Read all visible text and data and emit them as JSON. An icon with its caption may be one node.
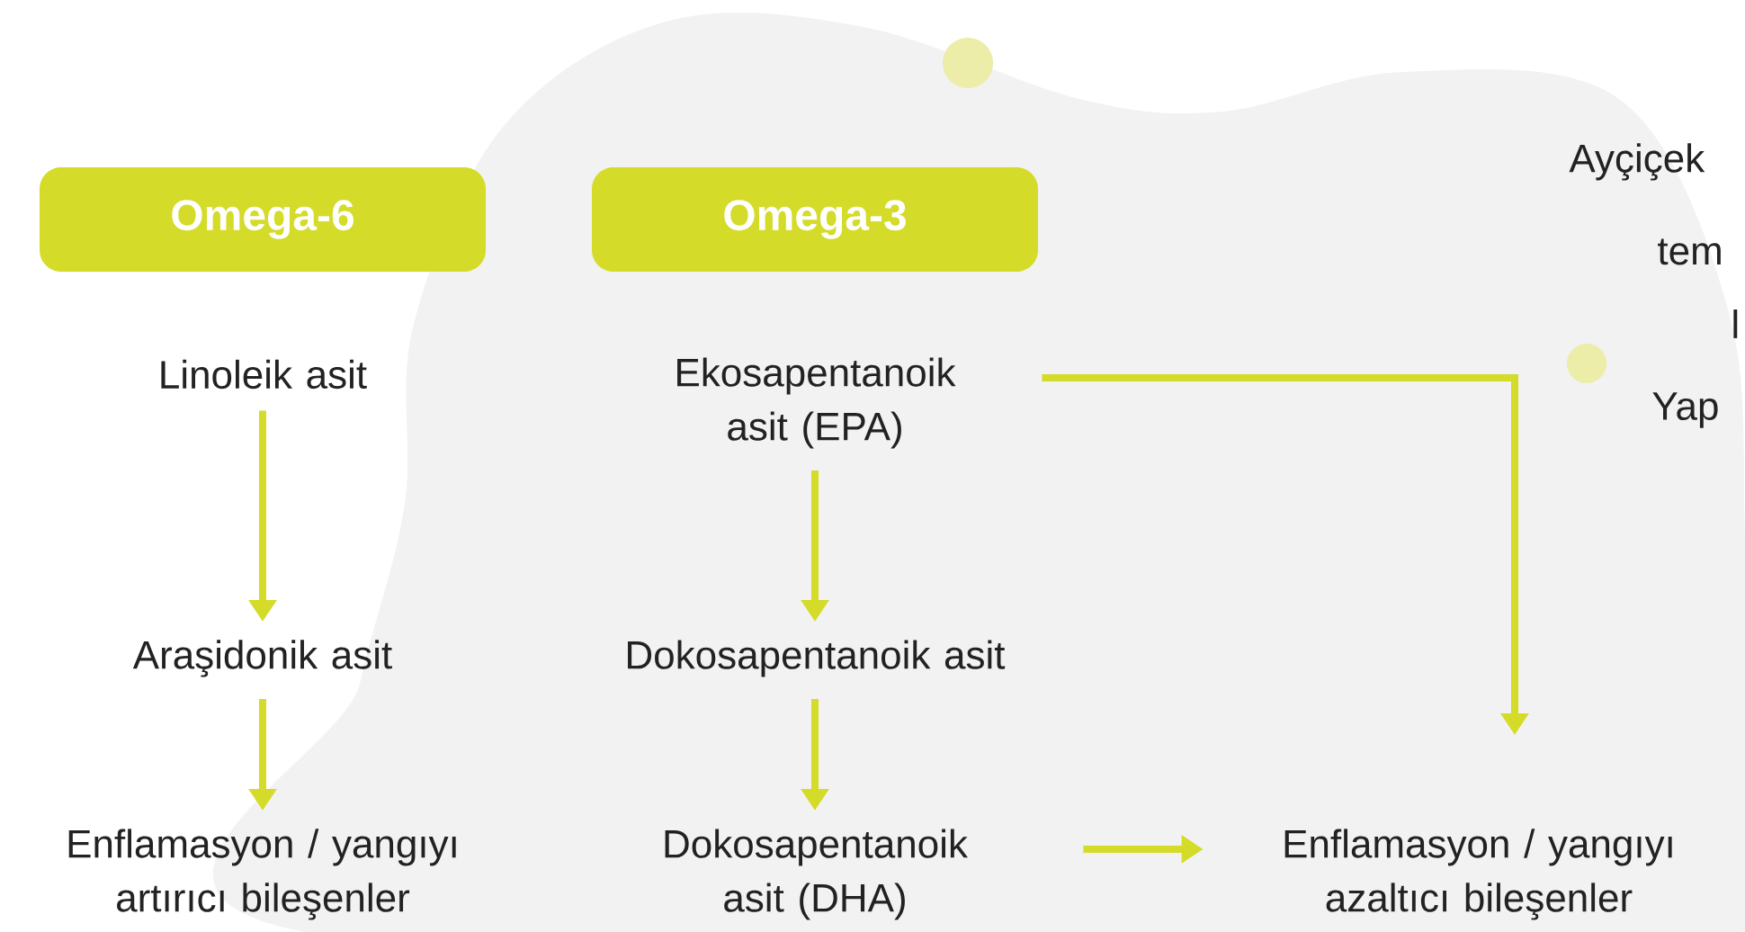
{
  "diagram": {
    "nodes": [
      {
        "text": [
          "Omega-6"
        ]
      },
      {
        "text": [
          "Omega-3"
        ]
      },
      {
        "text": [
          "Linoleik asit"
        ]
      },
      {
        "text": [
          "Araşidonik asit"
        ]
      },
      {
        "text": [
          "Enflamasyon / yangıyı artırıcı bileşenler"
        ]
      },
      {
        "text": [
          "Ekosapentanoik asit (EPA)"
        ]
      },
      {
        "text": [
          "Dokosapentanoik asit"
        ]
      },
      {
        "text": [
          "Dokosapentanoik asit (DHA)"
        ]
      },
      {
        "text": [
          "Enflamasyon / yangıyı azaltıcı bileşenler"
        ]
      }
    ],
    "edges": [
      {
        "from": 2,
        "to": 3,
        "arrow": "to"
      },
      {
        "from": 3,
        "to": 4,
        "arrow": "to"
      },
      {
        "from": 5,
        "to": 6,
        "arrow": "to"
      },
      {
        "from": 6,
        "to": 7,
        "arrow": "to"
      },
      {
        "from": 5,
        "to": 8,
        "arrow": "to"
      },
      {
        "from": 7,
        "to": 8,
        "arrow": "to"
      }
    ],
    "labels": [
      "Ayçiçek",
      "tem",
      "l",
      "Yap"
    ]
  }
}
